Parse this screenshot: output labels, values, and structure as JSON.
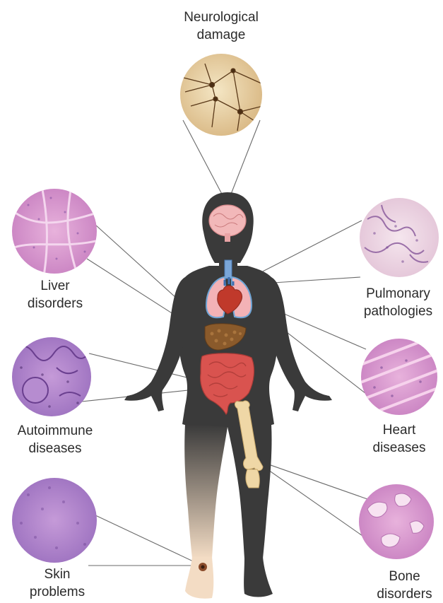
{
  "labels": {
    "neuro": {
      "line1": "Neurological",
      "line2": "damage"
    },
    "liver": {
      "line1": "Liver",
      "line2": "disorders"
    },
    "autoimmune": {
      "line1": "Autoimmune",
      "line2": "diseases"
    },
    "skin": {
      "line1": "Skin",
      "line2": "problems"
    },
    "pulmonary": {
      "line1": "Pulmonary",
      "line2": "pathologies"
    },
    "heart": {
      "line1": "Heart",
      "line2": "diseases"
    },
    "bone": {
      "line1": "Bone",
      "line2": "disorders"
    }
  },
  "colors": {
    "body": "#3a3a3a",
    "skin": "#f3dcc4",
    "brain": "#f2b8b9",
    "lung": "#f3b2b6",
    "heart": "#c0392b",
    "liver": "#8a5a2b",
    "intestine": "#d9534f",
    "bone": "#efd7a6",
    "histo_pink": "#d98fc9",
    "histo_purple": "#9d6fbf",
    "neuro_tissue": "#e6cc9a",
    "connector": "#6a6a6a"
  }
}
